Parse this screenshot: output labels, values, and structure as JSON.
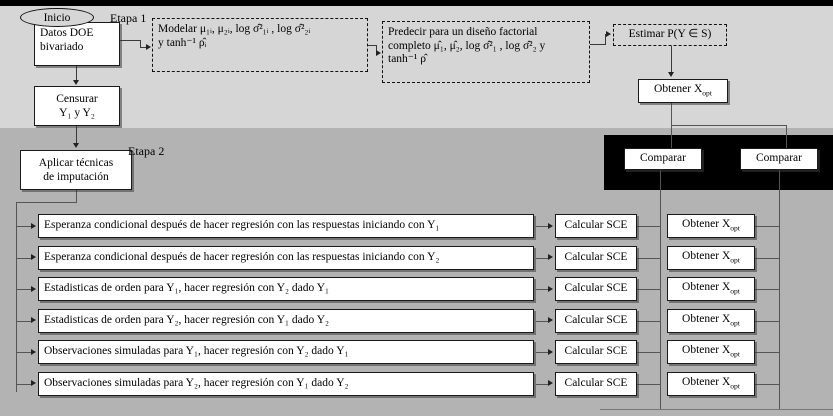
{
  "diagram": {
    "title": "Diagrama de flujo metodologia DOE bivariado censurado",
    "language": "es",
    "colors": {
      "background": "#b3b3b3",
      "band_light": "#d6d6d6",
      "band_black": "#000000",
      "node_fill": "#ffffff",
      "node_border": "#1a1a1a",
      "connector": "#555555"
    },
    "stage_labels": [
      {
        "id": "etapa-1",
        "text": "Etapa 1"
      },
      {
        "id": "etapa-2",
        "text": "Etapa 2"
      }
    ],
    "start": {
      "label": "Inicio"
    },
    "stage1": {
      "datos": {
        "line1": "Datos DOE",
        "line2": "bivariado"
      },
      "censurar": {
        "line1": "Censurar",
        "line2": "Y₁ y Y₂"
      },
      "modelar": {
        "line1": "Modelar μ₁ᵢ, μ₂ᵢ, log σ̂²₁ᵢ , log σ̂²₂ᵢ",
        "line2": "y tanh⁻¹ ρ̂ᵢ"
      },
      "predecir": {
        "line1": "Predecir para un diseño factorial",
        "line2": "completo μ̂₁, μ̂₂, log σ̂²₁ , log σ̂²₂ y",
        "line3": "tanh⁻¹ ρ̂"
      },
      "estimar": {
        "label": "Estimar P(Y ∈ S)"
      },
      "obtener_xopt": {
        "label": "Obtener X",
        "sub": "opt"
      }
    },
    "stage2": {
      "imputacion": {
        "line1": "Aplicar  técnicas",
        "line2": "de imputación"
      },
      "methods": [
        {
          "id": "row-1",
          "text": "Esperanza condicional después de hacer regresión con las respuestas iniciando  con Y₁"
        },
        {
          "id": "row-2",
          "text": "Esperanza condicional después de hacer regresión con las respuestas iniciando  con Y₂"
        },
        {
          "id": "row-3",
          "text": "Estadisticas de orden para Y₁, hacer regresión con Y₂ dado Y₁"
        },
        {
          "id": "row-4",
          "text": "Estadisticas de orden para Y₂, hacer regresión con Y₁ dado Y₂"
        },
        {
          "id": "row-5",
          "text": "Observaciones simuladas para Y₁, hacer regresión con Y₂ dado Y₁"
        },
        {
          "id": "row-6",
          "text": "Observaciones simuladas para Y₂, hacer regresión con Y₁ dado Y₂"
        }
      ],
      "sce_column": {
        "label": "Calcular SCE",
        "items": [
          "Calcular SCE",
          "Calcular SCE",
          "Calcular SCE",
          "Calcular SCE",
          "Calcular SCE",
          "Calcular SCE"
        ]
      },
      "xopt_column": {
        "label_main": "Obtener X",
        "label_sub": "opt",
        "items": [
          {
            "main": "Obtener X",
            "sub": "opt"
          },
          {
            "main": "Obtener X",
            "sub": "opt"
          },
          {
            "main": "Obtener X",
            "sub": "opt"
          },
          {
            "main": "Obtener X",
            "sub": "opt"
          },
          {
            "main": "Obtener X",
            "sub": "opt"
          },
          {
            "main": "Obtener X",
            "sub": "opt"
          }
        ]
      }
    },
    "compare": {
      "left": {
        "label": "Comparar"
      },
      "right": {
        "label": "Comparar"
      }
    }
  }
}
